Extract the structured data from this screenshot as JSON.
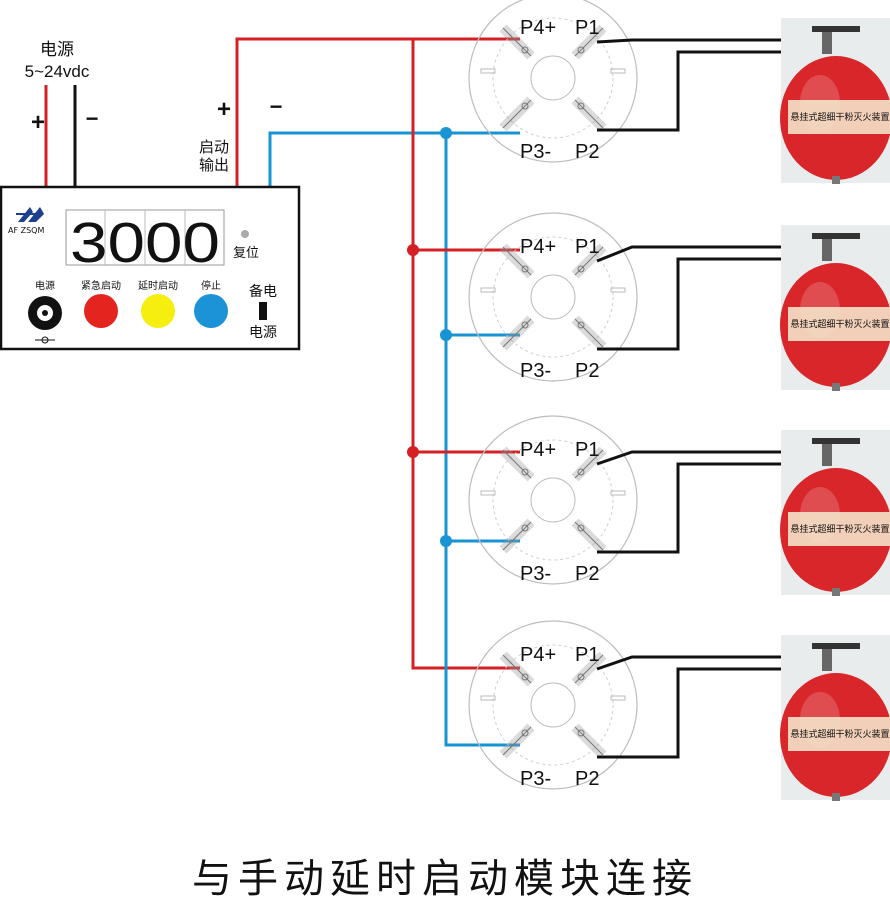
{
  "power": {
    "title": "电源",
    "voltage": "5~24vdc",
    "plus": "+",
    "minus": "−"
  },
  "output": {
    "plus": "+",
    "minus": "−",
    "label_line1": "启动",
    "label_line2": "输出"
  },
  "controller": {
    "brand": "AF ZSQM",
    "display": "3000",
    "reset": "复位",
    "buttons": [
      {
        "label": "电源",
        "color": "#111111"
      },
      {
        "label": "紧急启动",
        "color": "#e3241f"
      },
      {
        "label": "延时启动",
        "color": "#f5ee0f"
      },
      {
        "label": "停止",
        "color": "#1b93d6"
      }
    ],
    "backup_line1": "备电",
    "backup_line2": "电源"
  },
  "bases": [
    {
      "p4": "P4+",
      "p1": "P1",
      "p3": "P3-",
      "p2": "P2"
    },
    {
      "p4": "P4+",
      "p1": "P1",
      "p3": "P3-",
      "p2": "P2"
    },
    {
      "p4": "P4+",
      "p1": "P1",
      "p3": "P3-",
      "p2": "P2"
    },
    {
      "p4": "P4+",
      "p1": "P1",
      "p3": "P3-",
      "p2": "P2"
    }
  ],
  "extinguisher": {
    "body_color": "#d9262a",
    "label_text": "悬挂式超细干粉灭火装置"
  },
  "colors": {
    "positive_wire": "#d42024",
    "negative_wire": "#1893d3",
    "signal_wire": "#111111"
  },
  "caption": "与手动延时启动模块连接"
}
